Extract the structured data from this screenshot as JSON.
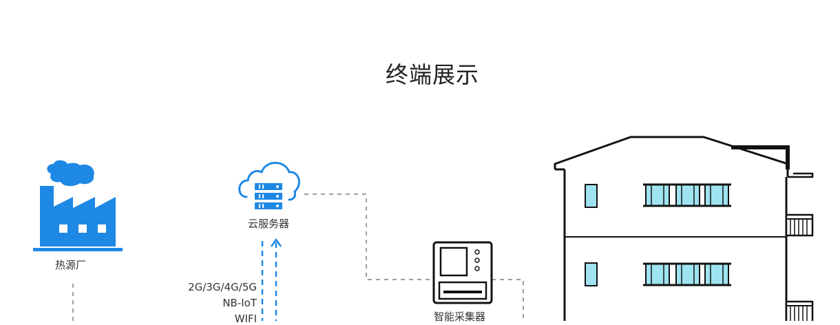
{
  "title": "终端展示",
  "factory": {
    "label": "热源厂"
  },
  "cloud": {
    "label": "云服务器"
  },
  "collector": {
    "label": "智能采集器"
  },
  "network": {
    "lines": [
      "2G/3G/4G/5G",
      "NB-IoT",
      "WIFI"
    ]
  },
  "colors": {
    "accent": "#1e88e5",
    "dash": "#9e9e9e",
    "window": "#9ee3ef",
    "outline": "#111111"
  }
}
